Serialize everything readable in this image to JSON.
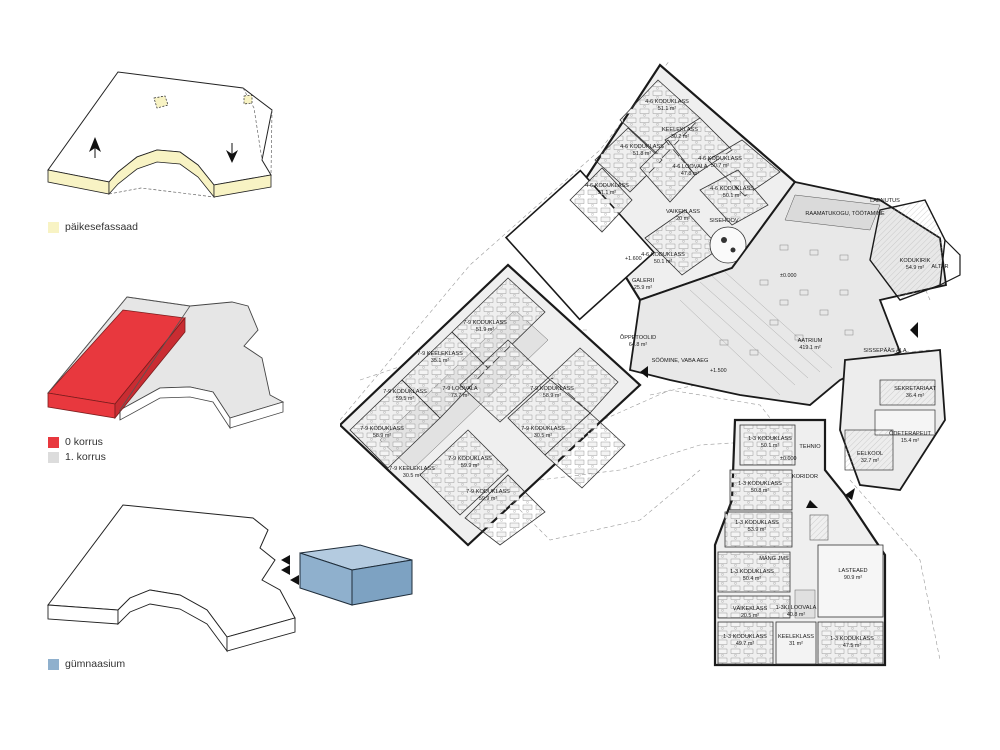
{
  "legend": {
    "solar_facade": {
      "label": "päikesefassaad",
      "color": "#f8f3c4"
    },
    "floor_0": {
      "label": "0 korrus",
      "color": "#e8383e"
    },
    "floor_1": {
      "label": "1. korrus",
      "color": "#dcdcdc"
    },
    "gymnasium": {
      "label": "gümnaasium",
      "color": "#8fb0cd"
    }
  },
  "plan": {
    "rooms": [
      {
        "name": "4-6 KODUKLASS",
        "area": "51.1 m²"
      },
      {
        "name": "KEELEKLASS",
        "area": "30.2 m²"
      },
      {
        "name": "4-6 KODUKLASS",
        "area": "51.8 m²"
      },
      {
        "name": "4-6 LOOVALA",
        "area": "47.8 m²"
      },
      {
        "name": "4-6 KODUKLASS",
        "area": "50.7 m²"
      },
      {
        "name": "4-6 KODUKLASS",
        "area": "51.1 m²"
      },
      {
        "name": "4-6 KODUKLASS",
        "area": "50.1 m²"
      },
      {
        "name": "VAIKEKLASS",
        "area": "20 m²"
      },
      {
        "name": "4-6 KODUKLASS",
        "area": "50.1 m²"
      },
      {
        "name": "GALERII",
        "area": "25.9 m²"
      },
      {
        "name": "7-9 KODUKLASS",
        "area": "51.9 m²"
      },
      {
        "name": "7-9 KEELEKLASS",
        "area": "35.1 m²"
      },
      {
        "name": "7-9 KODUKLASS",
        "area": "59.5 m²"
      },
      {
        "name": "7-9 LOOVALA",
        "area": "73.7 m²"
      },
      {
        "name": "7-9 KODUKLASS",
        "area": "58.9 m²"
      },
      {
        "name": "7-9 KODUKLASS",
        "area": "59.9 m²"
      },
      {
        "name": "7-9 KODUKLASS",
        "area": "30.5 m²"
      },
      {
        "name": "7-9 KEELEKLASS",
        "area": "30.5 m²"
      },
      {
        "name": "7-9 KODUKLASS",
        "area": "58.9 m²"
      },
      {
        "name": "7-9 KODUKLASS",
        "area": "59.9 m²"
      },
      {
        "name": "ÕPPETOOLID",
        "area": "64.8 m²"
      },
      {
        "name": "RAAMATUKOGU, TÖÖTAMINE",
        "area": ""
      },
      {
        "name": "KODUKIRIK",
        "area": "54.9 m²"
      },
      {
        "name": "AATRIUM",
        "area": "419.1 m²"
      },
      {
        "name": "SÖÖMINE, VABA AEG",
        "area": ""
      },
      {
        "name": "SEKRETARIAAT",
        "area": "36.4 m²"
      },
      {
        "name": "ÕDETERAPEUT",
        "area": "15.4 m²"
      },
      {
        "name": "EELKOOL",
        "area": "32.7 m²"
      },
      {
        "name": "1-3 KODUKLASS",
        "area": "50.1 m²"
      },
      {
        "name": "1-3 KODUKLASS",
        "area": "50.8 m²"
      },
      {
        "name": "1-3 KODUKLASS",
        "area": "53.9 m²"
      },
      {
        "name": "1-3 KODUKLASS",
        "area": "50.4 m²"
      },
      {
        "name": "LASTEAED",
        "area": "90.9 m²"
      },
      {
        "name": "VÄIKEKLASS",
        "area": "20.5 m²"
      },
      {
        "name": "1-3KI LOOVALA",
        "area": "40.8 m²"
      },
      {
        "name": "1-3 KODUKLASS",
        "area": "49.7 m²"
      },
      {
        "name": "KEELEKLASS",
        "area": "31 m²"
      },
      {
        "name": "1-3 KODUKLASS",
        "area": "47.5 m²"
      }
    ],
    "annotations": [
      {
        "text": "KORIDOR"
      },
      {
        "text": "MÄNG JMS"
      },
      {
        "text": "SISSEPÄÄS ALA"
      },
      {
        "text": "LAENUTUS"
      },
      {
        "text": "ALTAR"
      },
      {
        "text": "TEHNIO"
      },
      {
        "text": "SISEHOOV"
      }
    ],
    "levels": [
      "+1.600",
      "±0.000",
      "+1.500",
      "±0.000"
    ]
  }
}
